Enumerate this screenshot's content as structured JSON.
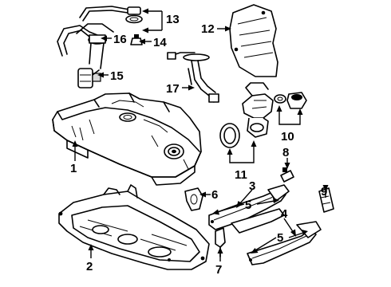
{
  "diagram": {
    "callouts": [
      {
        "id": "1",
        "text": "1"
      },
      {
        "id": "2",
        "text": "2"
      },
      {
        "id": "3",
        "text": "3"
      },
      {
        "id": "4",
        "text": "4"
      },
      {
        "id": "5a",
        "text": "5"
      },
      {
        "id": "5b",
        "text": "5"
      },
      {
        "id": "6",
        "text": "6"
      },
      {
        "id": "7",
        "text": "7"
      },
      {
        "id": "8",
        "text": "8"
      },
      {
        "id": "9",
        "text": "9"
      },
      {
        "id": "10",
        "text": "10"
      },
      {
        "id": "11",
        "text": "11"
      },
      {
        "id": "12",
        "text": "12"
      },
      {
        "id": "13",
        "text": "13"
      },
      {
        "id": "14",
        "text": "14"
      },
      {
        "id": "15",
        "text": "15"
      },
      {
        "id": "16",
        "text": "16"
      },
      {
        "id": "17",
        "text": "17"
      }
    ]
  }
}
